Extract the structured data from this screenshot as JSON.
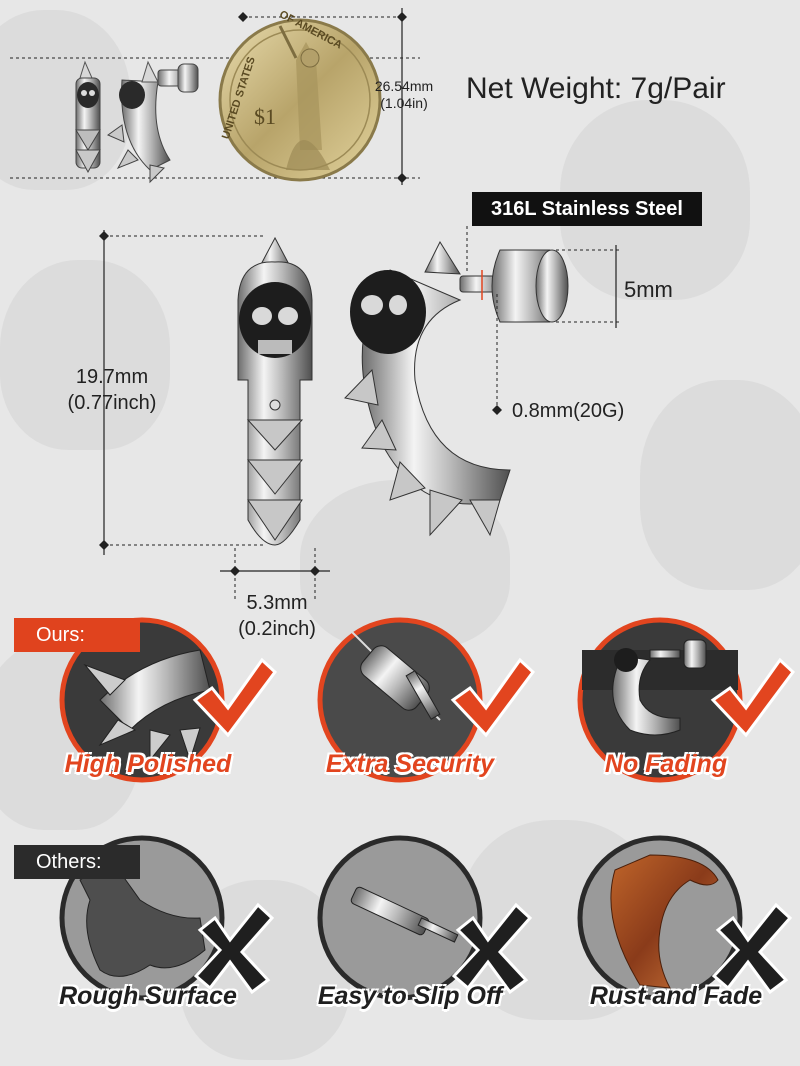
{
  "coin": {
    "diameter_mm": "26.54mm",
    "diameter_in": "(1.04in)",
    "top_text": "OF AMERICA",
    "left_text": "UNITED STATES",
    "value": "$1"
  },
  "net_weight": "Net Weight: 7g/Pair",
  "material": "316L Stainless Steel",
  "dimensions": {
    "height_mm": "19.7mm",
    "height_in": "(0.77inch)",
    "width_mm": "5.3mm",
    "width_in": "(0.2inch)",
    "back_diameter": "5mm",
    "gauge": "0.8mm(20G)"
  },
  "ours": {
    "label": "Ours:",
    "features": [
      "High Polished",
      "Extra Security",
      "No Fading"
    ]
  },
  "others": {
    "label": "Others:",
    "features": [
      "Rough Surface",
      "Easy to Slip Off",
      "Rust and Fade"
    ]
  },
  "colors": {
    "accent": "#e2451f",
    "dark": "#1f1f1f",
    "circle_gray": "#9a9a9a"
  }
}
